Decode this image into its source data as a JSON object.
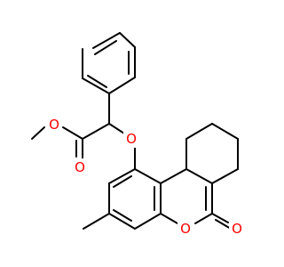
{
  "molecule": {
    "atom_labels": {
      "ester_ether_oxygen": "O",
      "ester_carbonyl_oxygen": "O",
      "aryl_ether_oxygen": "O",
      "lactone_ring_oxygen": "O",
      "lactone_carbonyl_oxygen": "O"
    },
    "colors": {
      "bond": "#000000",
      "oxygen": "#ff0000",
      "background": "#ffffff"
    }
  }
}
